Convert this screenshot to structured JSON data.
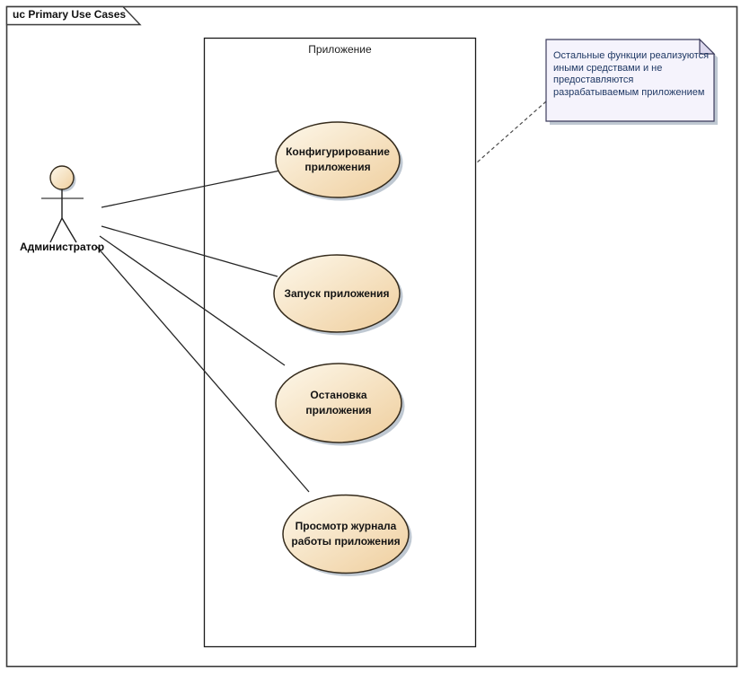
{
  "diagram": {
    "frame_title": "uc Primary Use Cases",
    "boundary_label": "Приложение"
  },
  "actor": {
    "label": "Администратор"
  },
  "use_cases": [
    {
      "label": "Конфигурирование\nприложения"
    },
    {
      "label": "Запуск приложения"
    },
    {
      "label": "Остановка\nприложения"
    },
    {
      "label": "Просмотр журнала\nработы приложения"
    }
  ],
  "note": {
    "text": "Остальные функции реализуются\nиными средствами и не\nпредоставляются\nразрабатываемым приложением"
  },
  "colors": {
    "ellipse_fill_light": "#FDF8EB",
    "ellipse_fill_dark": "#EFCE9D",
    "ellipse_border": "#352B1C",
    "shadow": "#BFC8D2",
    "note_fill": "#F5F3FC",
    "note_fold": "#DDD9EE",
    "note_border": "#3C3C5C",
    "note_text": "#1F3864",
    "boundary_border": "#1A1A1A",
    "frame_border": "#3A3A3A",
    "connector": "#262626"
  }
}
